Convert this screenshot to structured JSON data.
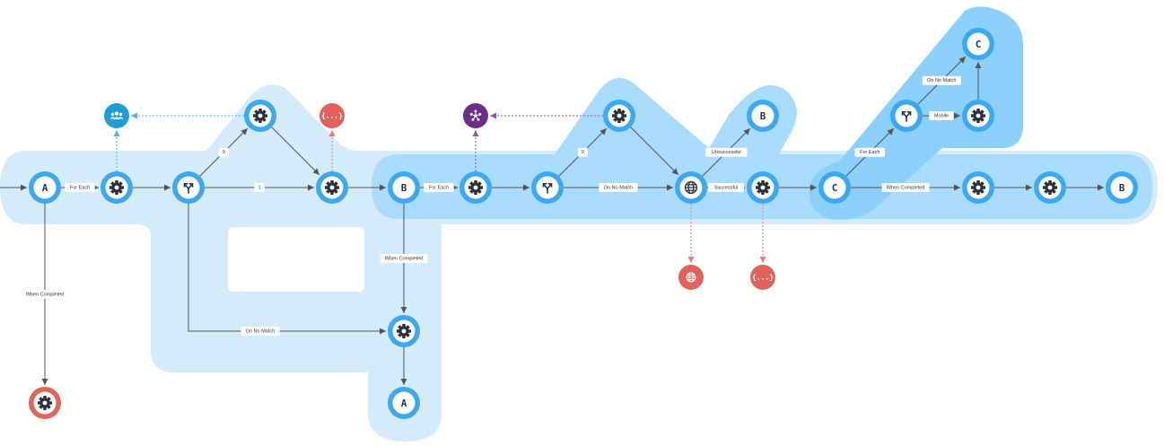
{
  "colors": {
    "region_outer": "#d4ebfb",
    "region_inner": "#a9dcfc",
    "region_deep": "#8ad0fb",
    "node_ring": "#3aa8f2",
    "node_ring_error": "#e0655a",
    "edge": "#555555",
    "edge_team": "#4ab3e6",
    "edge_error": "#e57f76",
    "edge_purple": "#8e5aa8",
    "team_fill": "#1e9cd7",
    "error_fill": "#e0625a",
    "purple_fill": "#6b2d86"
  },
  "nodes": [
    {
      "id": "n1",
      "kind": "letter",
      "text": "A",
      "name": "start-node-a"
    },
    {
      "id": "n2",
      "kind": "gear",
      "name": "for-each-step-1"
    },
    {
      "id": "n3",
      "kind": "branch",
      "name": "branch-node-1"
    },
    {
      "id": "n4",
      "kind": "gear",
      "name": "branch-0-step-1"
    },
    {
      "id": "n5",
      "kind": "gear",
      "name": "merge-step-1"
    },
    {
      "id": "n6",
      "kind": "letter",
      "text": "B",
      "name": "node-b-1"
    },
    {
      "id": "n7",
      "kind": "gear",
      "name": "for-each-step-2"
    },
    {
      "id": "n8",
      "kind": "branch",
      "name": "branch-node-2"
    },
    {
      "id": "n9",
      "kind": "gear",
      "name": "branch-0-step-2"
    },
    {
      "id": "n10",
      "kind": "globe",
      "name": "http-request-node"
    },
    {
      "id": "n11",
      "kind": "gear",
      "name": "successful-step"
    },
    {
      "id": "n12",
      "kind": "letter",
      "text": "B",
      "name": "unsuccessful-node-b"
    },
    {
      "id": "n13",
      "kind": "letter",
      "text": "C",
      "name": "node-c-1"
    },
    {
      "id": "n14",
      "kind": "branch",
      "name": "branch-node-3"
    },
    {
      "id": "n15",
      "kind": "gear",
      "name": "mobile-step"
    },
    {
      "id": "n16",
      "kind": "letter",
      "text": "C",
      "name": "node-c-top"
    },
    {
      "id": "n17",
      "kind": "gear",
      "name": "completed-step-1"
    },
    {
      "id": "n18",
      "kind": "gear",
      "name": "completed-step-2"
    },
    {
      "id": "n19",
      "kind": "letter",
      "text": "B",
      "name": "end-node-b"
    },
    {
      "id": "n20",
      "kind": "gear",
      "name": "when-completed-step-a"
    },
    {
      "id": "n21",
      "kind": "letter",
      "text": "A",
      "name": "end-node-a"
    },
    {
      "id": "n22",
      "kind": "gear_error",
      "name": "error-step-node"
    },
    {
      "id": "s1",
      "kind": "team",
      "name": "team-node"
    },
    {
      "id": "s2",
      "kind": "braces",
      "text": "{...}",
      "name": "error-braces-node-1"
    },
    {
      "id": "s3",
      "kind": "network",
      "name": "network-node"
    },
    {
      "id": "s4",
      "kind": "globe_small",
      "name": "error-globe-node"
    },
    {
      "id": "s5",
      "kind": "braces",
      "text": "{...}",
      "name": "error-braces-node-2"
    }
  ],
  "edges": [
    {
      "from": "entry",
      "to": "n1",
      "style": "solid"
    },
    {
      "from": "n1",
      "to": "n2",
      "label": "For Each",
      "style": "solid"
    },
    {
      "from": "n2",
      "to": "n3",
      "style": "solid"
    },
    {
      "from": "n3",
      "to": "n4",
      "label": "0",
      "style": "solid"
    },
    {
      "from": "n3",
      "to": "n5",
      "label": "1",
      "style": "solid"
    },
    {
      "from": "n4",
      "to": "n5",
      "style": "solid"
    },
    {
      "from": "n5",
      "to": "n6",
      "style": "solid"
    },
    {
      "from": "n6",
      "to": "n7",
      "label": "For Each",
      "style": "solid"
    },
    {
      "from": "n7",
      "to": "n8",
      "style": "solid"
    },
    {
      "from": "n8",
      "to": "n9",
      "label": "0",
      "style": "solid"
    },
    {
      "from": "n8",
      "to": "n10",
      "label": "On No Match",
      "style": "solid"
    },
    {
      "from": "n9",
      "to": "n10",
      "style": "solid"
    },
    {
      "from": "n10",
      "to": "n11",
      "label": "Successful",
      "style": "solid"
    },
    {
      "from": "n10",
      "to": "n12",
      "label": "Unsuccessful",
      "style": "solid"
    },
    {
      "from": "n11",
      "to": "n13",
      "style": "solid"
    },
    {
      "from": "n13",
      "to": "n14",
      "label": "For Each",
      "style": "solid"
    },
    {
      "from": "n14",
      "to": "n16",
      "label": "On No Match",
      "style": "solid"
    },
    {
      "from": "n14",
      "to": "n15",
      "label": "Mobile",
      "style": "solid"
    },
    {
      "from": "n15",
      "to": "n16",
      "style": "solid"
    },
    {
      "from": "n13",
      "to": "n17",
      "label": "When Completed",
      "style": "solid"
    },
    {
      "from": "n17",
      "to": "n18",
      "style": "solid"
    },
    {
      "from": "n18",
      "to": "n19",
      "style": "solid"
    },
    {
      "from": "n6",
      "to": "n20",
      "label": "When Completed",
      "style": "solid"
    },
    {
      "from": "n3",
      "to": "n20",
      "label": "On No Match",
      "style": "solid",
      "elbow": "down-right"
    },
    {
      "from": "n20",
      "to": "n21",
      "style": "solid"
    },
    {
      "from": "n1",
      "to": "n22",
      "label": "When Completed",
      "style": "solid"
    },
    {
      "from": "n2",
      "to": "s1",
      "style": "team"
    },
    {
      "from": "n4",
      "to": "s1",
      "style": "team"
    },
    {
      "from": "n5",
      "to": "s2",
      "style": "error"
    },
    {
      "from": "n7",
      "to": "s3",
      "style": "purple"
    },
    {
      "from": "n9",
      "to": "s3",
      "style": "purple"
    },
    {
      "from": "n10",
      "to": "s4",
      "style": "error"
    },
    {
      "from": "n11",
      "to": "s5",
      "style": "error"
    }
  ]
}
